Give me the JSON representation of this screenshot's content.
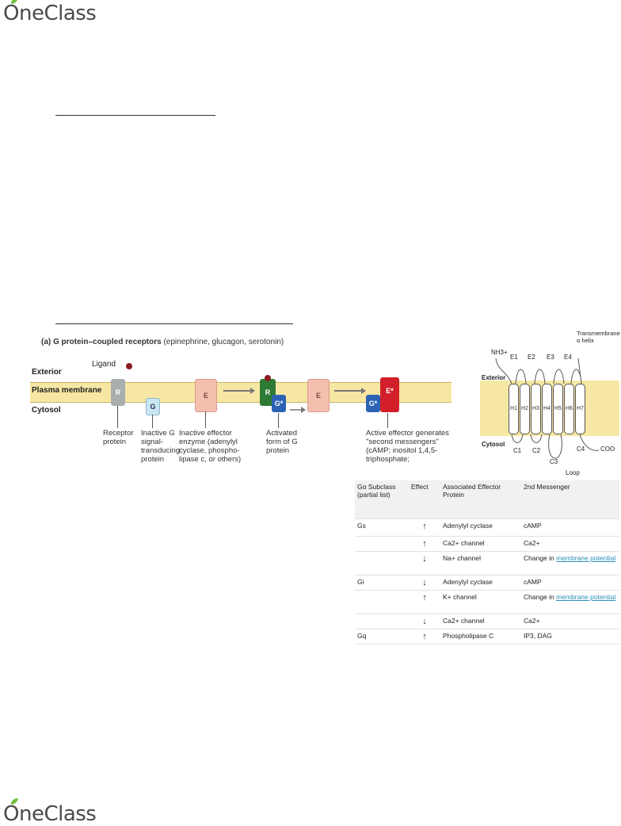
{
  "brand": {
    "logo_text": "OneClass"
  },
  "figure": {
    "title_bold": "(a) G protein–coupled receptors",
    "title_rest": " (epinephrine, glucagon, serotonin)",
    "regions": {
      "exterior": "Exterior",
      "membrane": "Plasma membrane",
      "cytosol": "Cytosol"
    },
    "ligand": "Ligand",
    "proteins": {
      "r": "R",
      "g": "G",
      "e": "E",
      "g_active": "G*",
      "e_active": "E*"
    },
    "captions": {
      "receptor": "Receptor protein",
      "g_inactive": "Inactive G signal-transducing protein",
      "e_inactive": "Inactive effector enzyme (adenylyl cyclase, phospho-lipase c, or others)",
      "g_activated": "Activated form of G protein",
      "e_active": "Active effector generates \"second messengers\" (cAMP; inositol 1,4,5-triphosphate;"
    }
  },
  "tm_diagram": {
    "nh3": "NH3+",
    "exterior": "Exterior",
    "cytosol": "Cytosol",
    "transmembrane": "Transmembrane α helix",
    "loops_e": [
      "E1",
      "E2",
      "E3",
      "E4"
    ],
    "helices": [
      "H1",
      "H2",
      "H3",
      "H4",
      "H5",
      "H6",
      "H7"
    ],
    "loops_c": [
      "C1",
      "C2",
      "C3",
      "C4"
    ],
    "coo": "COO",
    "loop": "Loop"
  },
  "table": {
    "headers": [
      "Gα Subclass (partial list)",
      "Effect",
      "Associated Effector Protein",
      "2nd Messenger"
    ],
    "rows": [
      {
        "subclass": "Gs",
        "effect": "↑",
        "protein": "Adenylyl cyclase",
        "messenger": "cAMP",
        "link": ""
      },
      {
        "subclass": "",
        "effect": "↑",
        "protein": "Ca2+ channel",
        "messenger": "Ca2+",
        "link": ""
      },
      {
        "subclass": "",
        "effect": "↓",
        "protein": "Na+ channel",
        "messenger": "Change in ",
        "link": "membrane potential"
      },
      {
        "subclass": "Gi",
        "effect": "↓",
        "protein": "Adenylyl cyclase",
        "messenger": "cAMP",
        "link": ""
      },
      {
        "subclass": "",
        "effect": "↑",
        "protein": "K+ channel",
        "messenger": "Change in ",
        "link": "membrane potential"
      },
      {
        "subclass": "",
        "effect": "↓",
        "protein": "Ca2+ channel",
        "messenger": "Ca2+",
        "link": ""
      },
      {
        "subclass": "Gq",
        "effect": "↑",
        "protein": "Phospholipase C",
        "messenger": "IP3, DAG",
        "link": ""
      }
    ]
  }
}
